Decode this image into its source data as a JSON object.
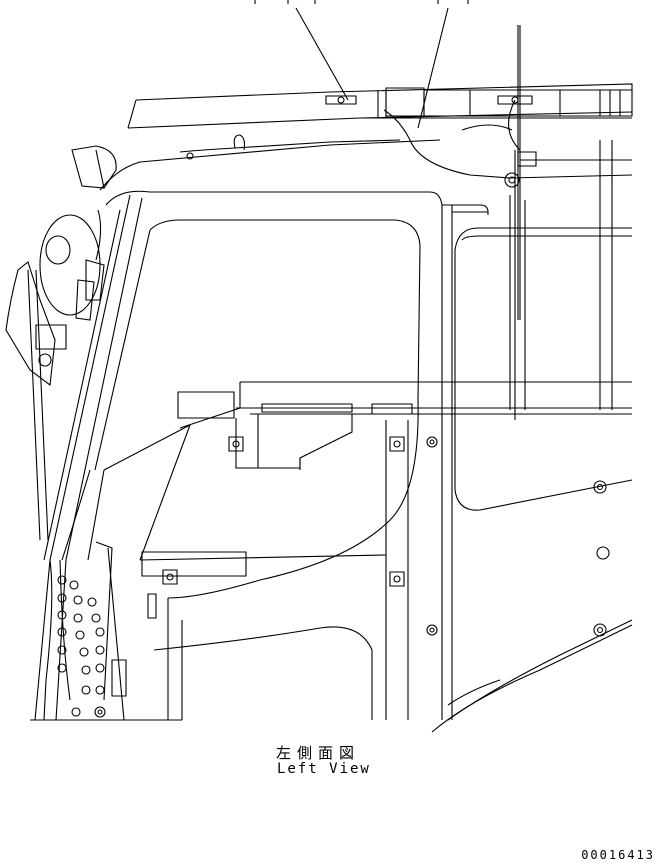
{
  "view": {
    "caption_japanese": "左側面図",
    "caption_english": "Left View"
  },
  "drawing_number": "00016413",
  "colors": {
    "line": "#000000",
    "background": "#ffffff"
  }
}
